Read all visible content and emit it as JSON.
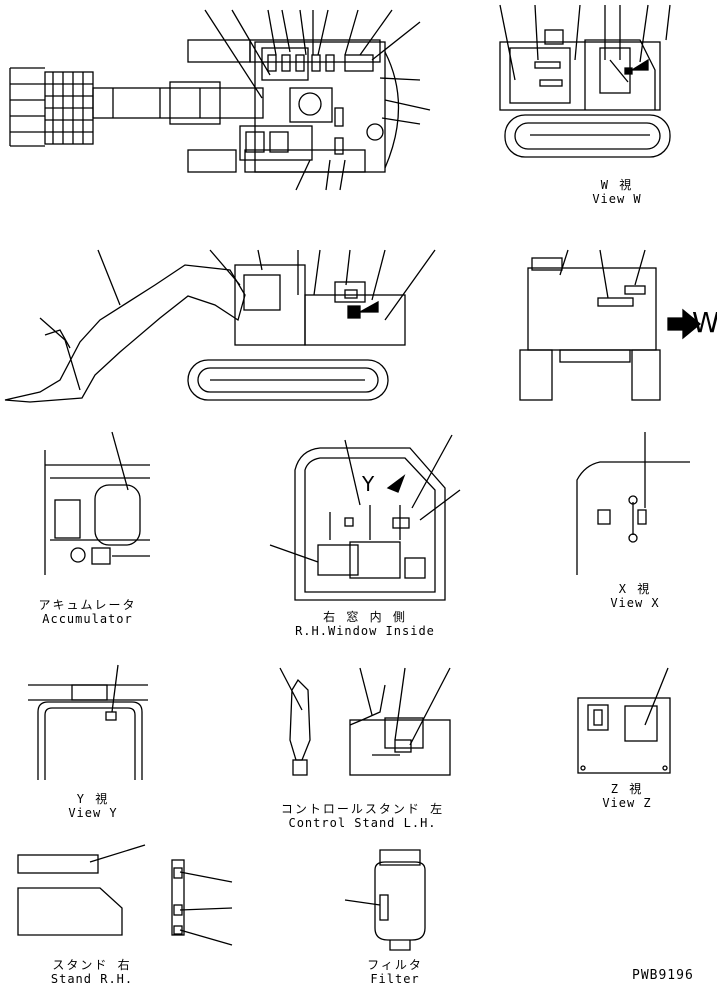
{
  "labels": {
    "view_w": {
      "jp": "W 視",
      "en": "View W"
    },
    "accumulator": {
      "jp": "アキュムレータ",
      "en": "Accumulator"
    },
    "rh_window": {
      "jp": "右 窓 内 側",
      "en": "R.H.Window Inside"
    },
    "view_x": {
      "jp": "X 視",
      "en": "View X"
    },
    "view_y": {
      "jp": "Y 視",
      "en": "View Y"
    },
    "control_stand": {
      "jp": "コントロールスタンド 左",
      "en": "Control Stand L.H."
    },
    "view_z": {
      "jp": "Z 視",
      "en": "View Z"
    },
    "stand_rh": {
      "jp": "スタンド 右",
      "en": "Stand R.H."
    },
    "filter": {
      "jp": "フィルタ",
      "en": "Filter"
    }
  },
  "markers": {
    "w_arrow": "W",
    "y_mark": "Y"
  },
  "drawing_code": "PWB9196",
  "colors": {
    "line": "#000000",
    "background": "#ffffff"
  }
}
